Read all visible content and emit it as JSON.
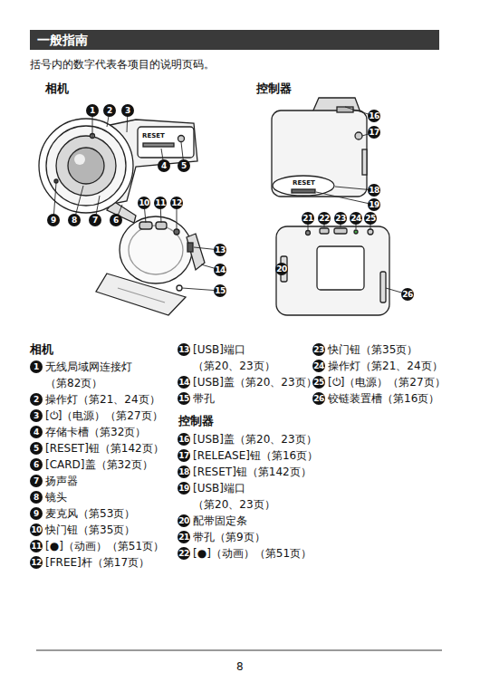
{
  "diagram": {
    "title": "一般指南",
    "labels": [
      "括号内的数字代表各项目的说明页码。",
      "相机",
      "控制器",
      "1",
      "2",
      "3",
      "4",
      "5",
      "6",
      "7",
      "8",
      "9",
      "10",
      "11",
      "12",
      "13",
      "14",
      "15",
      "16",
      "17",
      "18",
      "19",
      "20",
      "21",
      "22",
      "23",
      "24",
      "25",
      "26",
      "RESET",
      "RESET",
      "相机",
      "1",
      "无线局域网连接灯 （第82页）",
      "2",
      "操作灯（第21、24页）",
      "3",
      "[⏻]（电源）（第27页）",
      "4",
      "存储卡槽（第32页）",
      "5",
      "[RESET]钮（第142页）",
      "6",
      "[CARD]盖（第32页）",
      "7",
      "扬声器",
      "8",
      "镜头",
      "9",
      "麦克风（第53页）",
      "10",
      "快门钮（第35页）",
      "11",
      "[●]（动画）（第51页）",
      "12",
      "[FREE]杆（第17页）",
      "13",
      "[USB]端口 （第20、23页）",
      "14",
      "[USB]盖（第20、23页）",
      "15",
      "带孔",
      "控制器",
      "16",
      "[USB]盖（第20、23页）",
      "17",
      "[RELEASE]钮（第16页）",
      "18",
      "[RESET]钮（第142页）",
      "19",
      "[USB]端口 （第20、23页）",
      "20",
      "配带固定条",
      "21",
      "带孔（第9页）",
      "22",
      "[●]（动画）（第51页）",
      "23",
      "快门钮（第35页）",
      "24",
      "操作灯（第21、24页）",
      "25",
      "[⏻]（电源）（第27页）",
      "26",
      "铰链装置槽（第16页）",
      "8"
    ]
  }
}
